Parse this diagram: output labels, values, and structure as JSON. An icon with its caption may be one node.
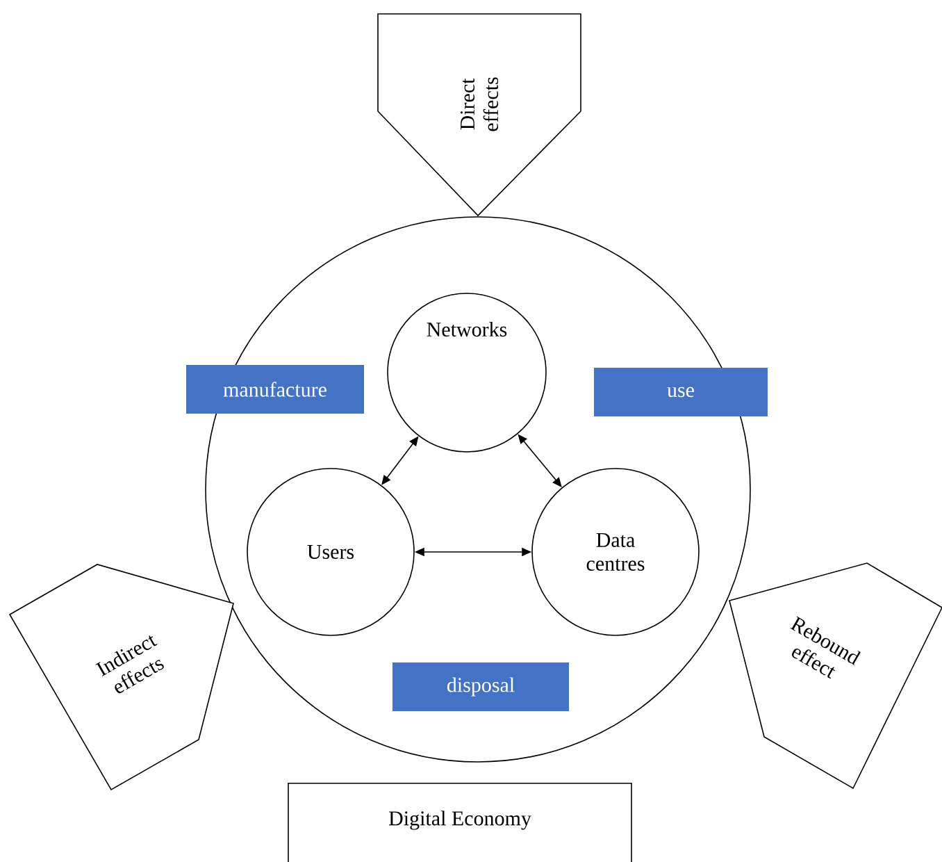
{
  "diagram": {
    "nodes": [
      {
        "text": [],
        "shape": "circle"
      },
      {
        "text": [
          "Direct effects"
        ]
      },
      {
        "text": [
          "Networks"
        ],
        "in": 0
      },
      {
        "text": [
          "manufacture"
        ]
      },
      {
        "text": [
          "use"
        ]
      },
      {
        "text": [
          "Users"
        ],
        "in": 0
      },
      {
        "text": [
          "Data centres"
        ],
        "in": 0
      },
      {
        "text": [
          "disposal"
        ],
        "in": 0
      },
      {
        "text": [
          "Indirect effects"
        ]
      },
      {
        "text": [
          "Rebound effect"
        ]
      },
      {
        "text": [
          "Digital Economy"
        ]
      }
    ],
    "edges": [
      {
        "from": 5,
        "to": 2,
        "arrow": "both"
      },
      {
        "from": 2,
        "to": 6,
        "arrow": "both"
      },
      {
        "from": 5,
        "to": 6,
        "arrow": "both"
      }
    ]
  }
}
